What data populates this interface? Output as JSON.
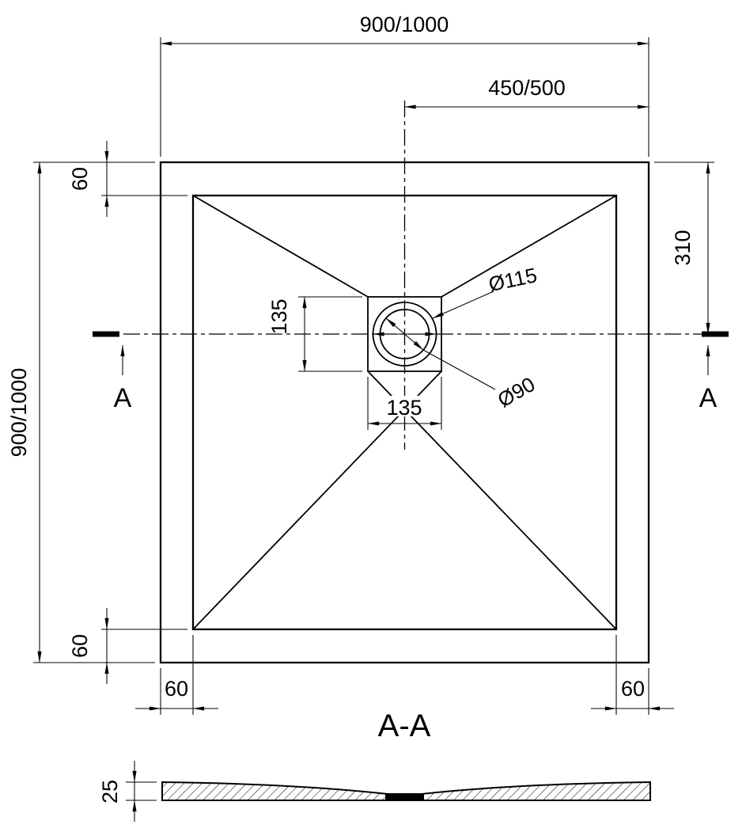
{
  "colors": {
    "line": "#000000",
    "background": "#ffffff"
  },
  "plan": {
    "dim_overall_width": "900/1000",
    "dim_center_to_edge": "450/500",
    "dim_overall_height": "900/1000",
    "dim_rim_top": "60",
    "dim_drain_center_from_top": "310",
    "dim_drain_square_height": "135",
    "dim_drain_square_width": "135",
    "label_drain_outer_diameter": "Ø115",
    "label_drain_inner_diameter": "Ø90",
    "dim_rim_bottom": "60",
    "dim_rim_bottom_left": "60",
    "dim_rim_bottom_right": "60",
    "section_marker_left": "A",
    "section_marker_right": "A"
  },
  "section": {
    "title": "A-A",
    "dim_thickness": "25"
  }
}
